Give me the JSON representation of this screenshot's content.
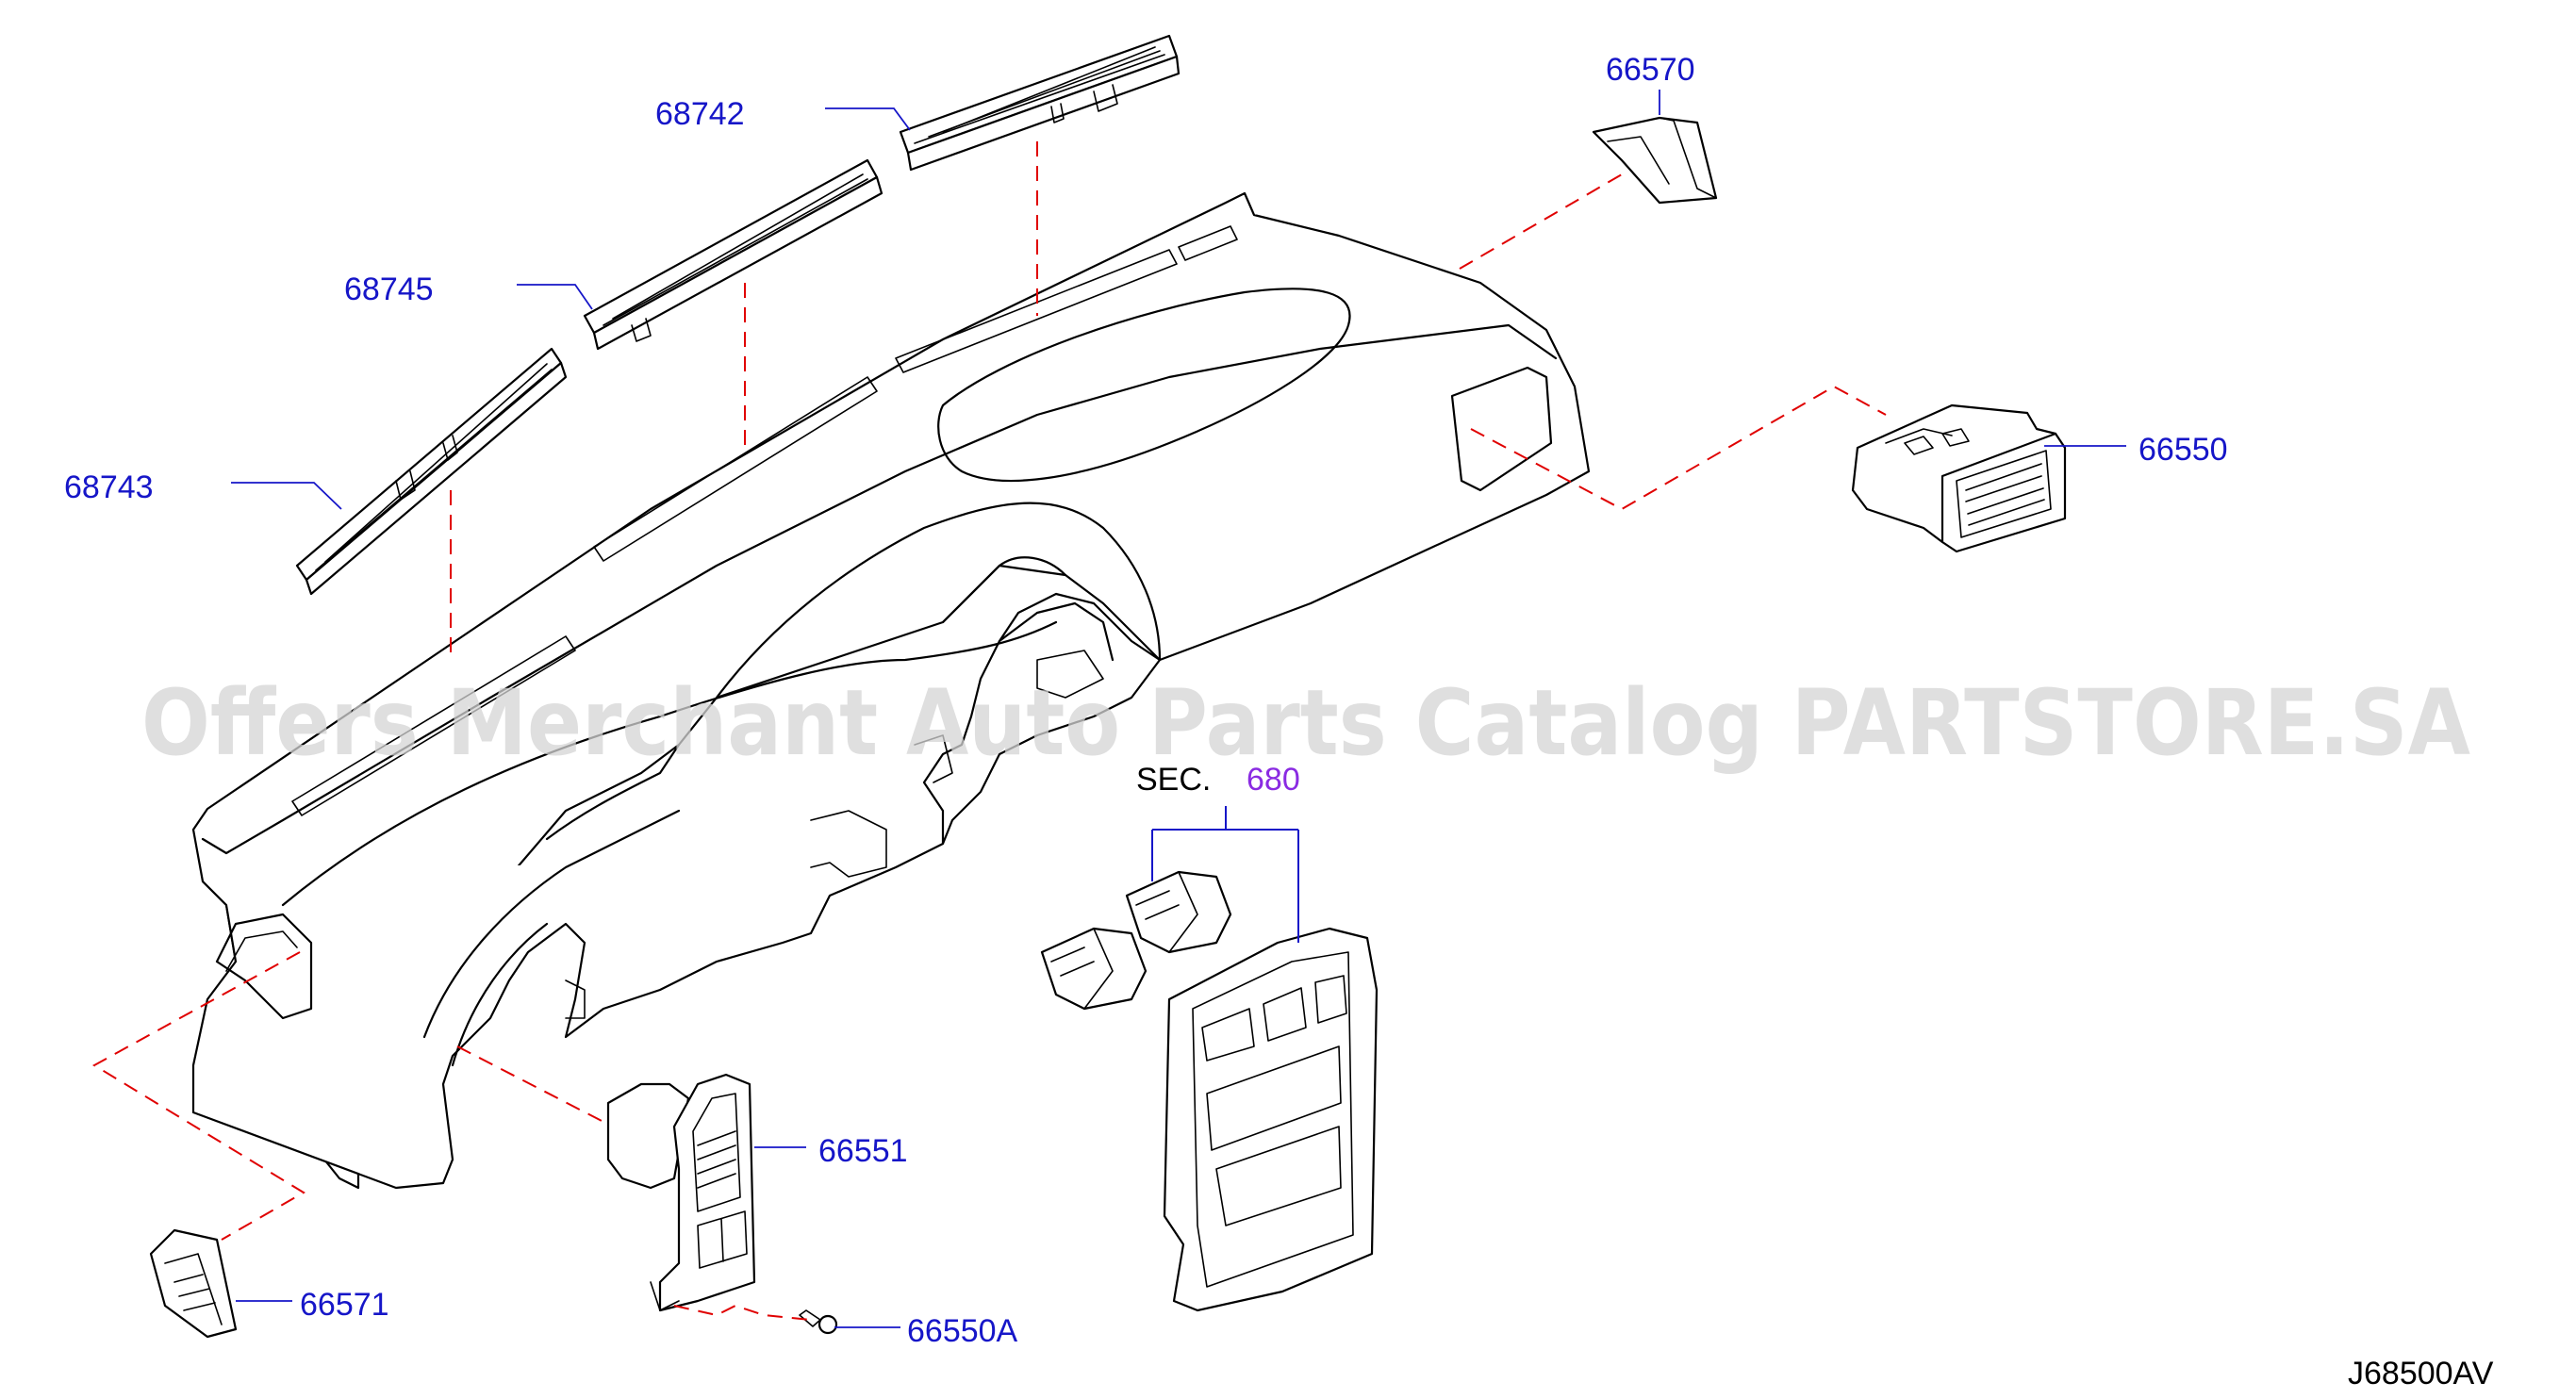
{
  "diagram": {
    "watermark": "Offers Merchant Auto Parts Catalog PARTSTORE.SA",
    "drawing_code": "J68500AV",
    "section_ref": {
      "prefix": "SEC.",
      "number": "680"
    },
    "part_labels": {
      "p68742": "68742",
      "p68745": "68745",
      "p68743": "68743",
      "p66570": "66570",
      "p66550": "66550",
      "p66551": "66551",
      "p66571": "66571",
      "p66550A": "66550A"
    },
    "colors": {
      "label": "#1616c8",
      "section_number": "#8a2be2",
      "dashed_guide": "#e00000",
      "watermark": "#d4d4d4"
    }
  }
}
